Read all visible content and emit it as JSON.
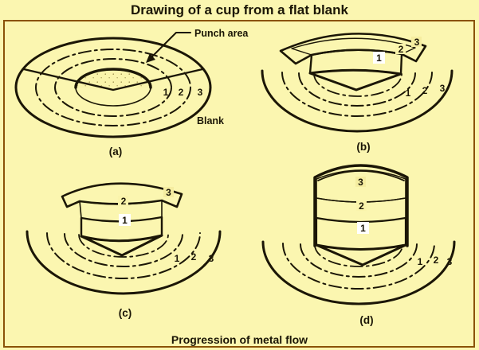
{
  "title": "Drawing of a cup from a flat blank",
  "footer_caption": "Progression of metal flow",
  "colors": {
    "background": "#FBF6B0",
    "border": "#8A5208",
    "line": "#1B1606",
    "stipple_base": "#F5EDA0",
    "label_box": "#FFFFFF"
  },
  "figures": {
    "a": {
      "caption": "(a)",
      "punch_area_label": "Punch area",
      "blank_label": "Blank",
      "ring_labels": [
        "1",
        "2",
        "3"
      ]
    },
    "b": {
      "caption": "(b)",
      "cup_labels": [
        "1",
        "2",
        "3"
      ],
      "ring_labels": [
        "1",
        "2",
        "3"
      ]
    },
    "c": {
      "caption": "(c)",
      "cup_labels": [
        "1",
        "2",
        "3"
      ],
      "ring_labels": [
        "1",
        "2",
        "3"
      ]
    },
    "d": {
      "caption": "(d)",
      "cup_labels": [
        "1",
        "2",
        "3"
      ],
      "ring_labels": [
        "1",
        "2",
        "3"
      ]
    }
  }
}
